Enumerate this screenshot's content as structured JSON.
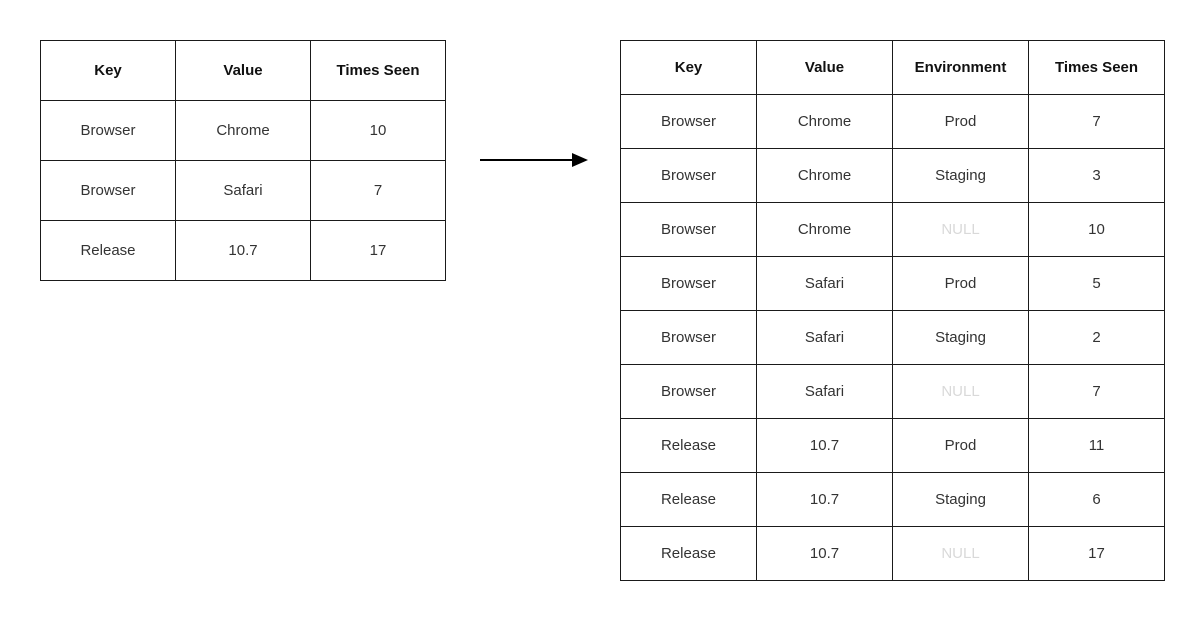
{
  "null_label": "NULL",
  "null_color": "#d9d9d9",
  "left_table": {
    "headers": [
      "Key",
      "Value",
      "Times Seen"
    ],
    "rows": [
      [
        "Browser",
        "Chrome",
        "10"
      ],
      [
        "Browser",
        "Safari",
        "7"
      ],
      [
        "Release",
        "10.7",
        "17"
      ]
    ]
  },
  "right_table": {
    "headers": [
      "Key",
      "Value",
      "Environment",
      "Times Seen"
    ],
    "rows": [
      [
        "Browser",
        "Chrome",
        "Prod",
        "7"
      ],
      [
        "Browser",
        "Chrome",
        "Staging",
        "3"
      ],
      [
        "Browser",
        "Chrome",
        "NULL",
        "10"
      ],
      [
        "Browser",
        "Safari",
        "Prod",
        "5"
      ],
      [
        "Browser",
        "Safari",
        "Staging",
        "2"
      ],
      [
        "Browser",
        "Safari",
        "NULL",
        "7"
      ],
      [
        "Release",
        "10.7",
        "Prod",
        "11"
      ],
      [
        "Release",
        "10.7",
        "Staging",
        "6"
      ],
      [
        "Release",
        "10.7",
        "NULL",
        "17"
      ]
    ]
  },
  "arrow": {
    "direction": "right",
    "color": "#000000"
  }
}
